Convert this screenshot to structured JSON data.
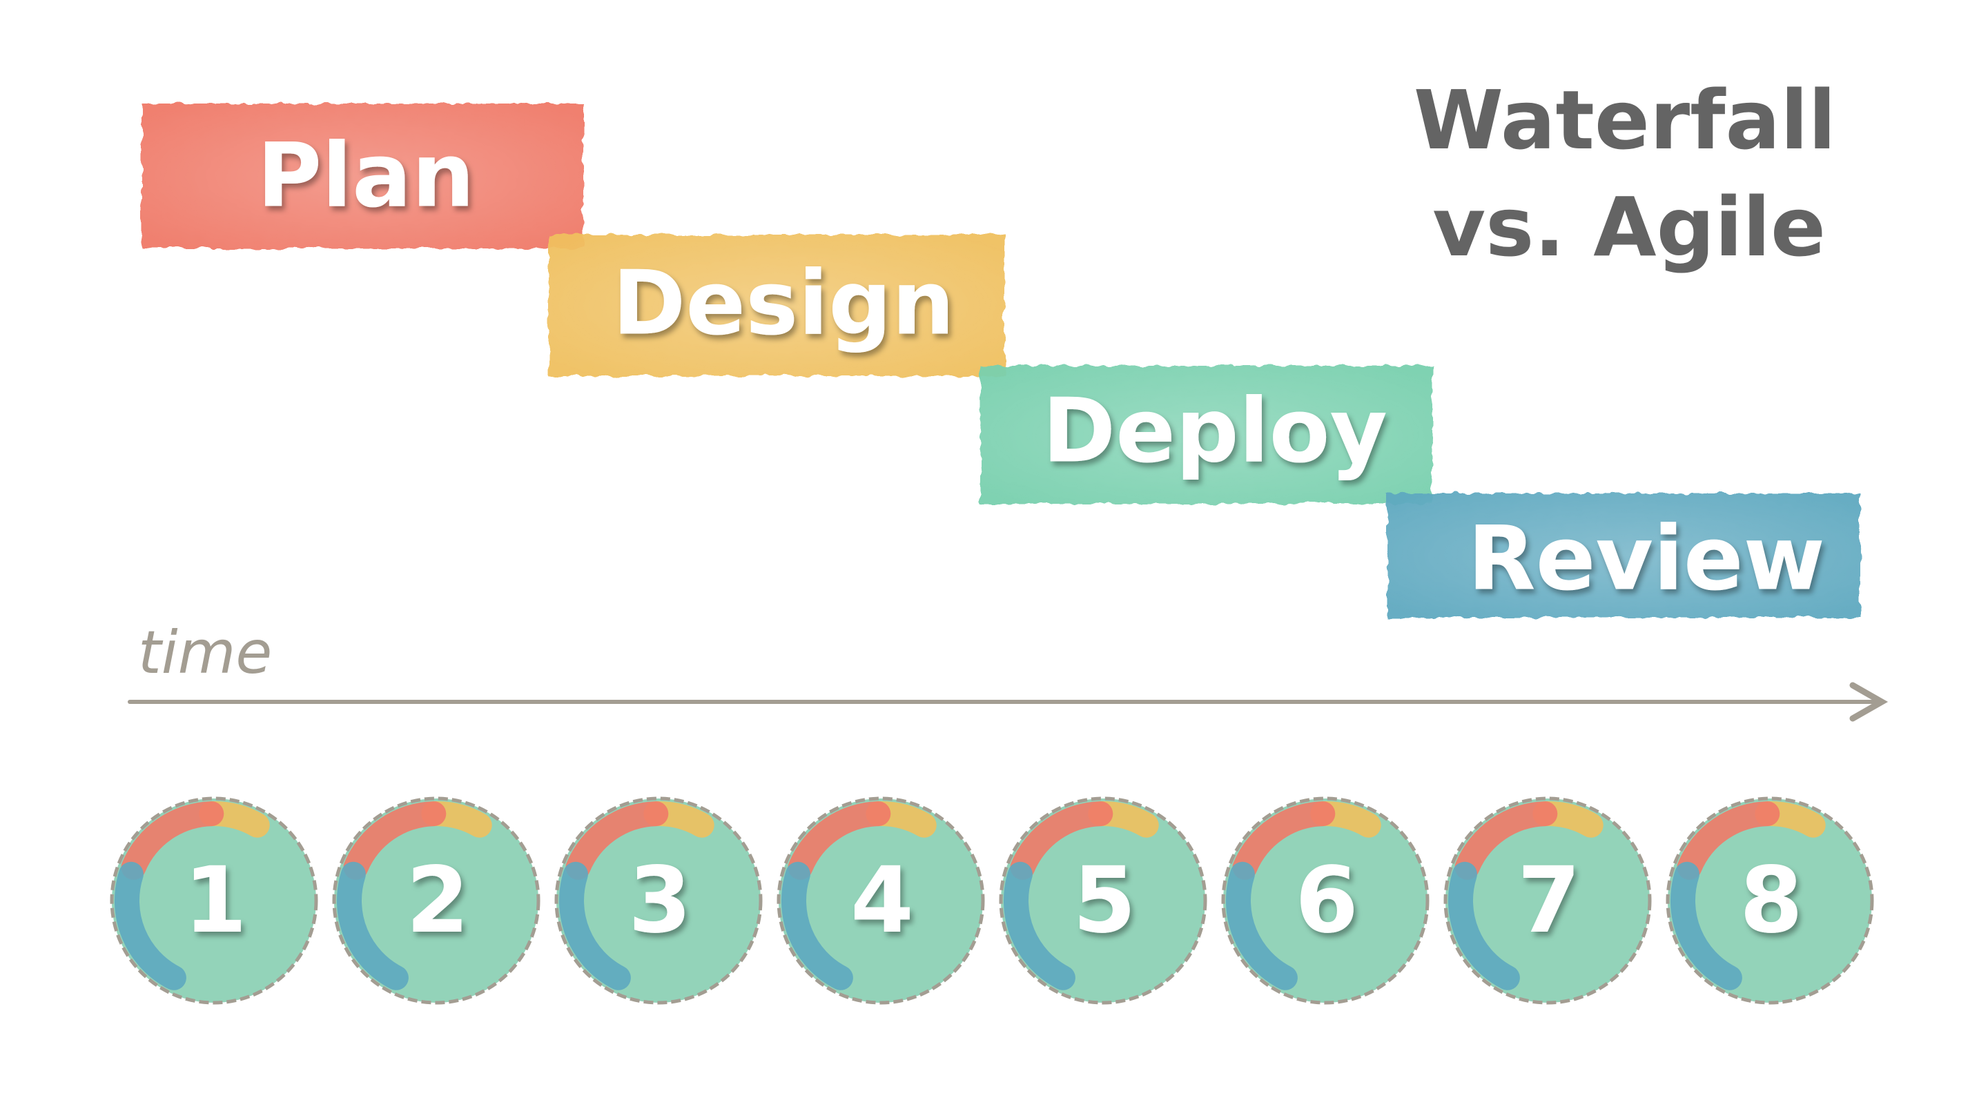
{
  "title": {
    "line1": "Waterfall",
    "line2": "vs. Agile"
  },
  "waterfall": {
    "phases": [
      {
        "label": "Plan",
        "color": "#f07a68"
      },
      {
        "label": "Design",
        "color": "#f0c05e"
      },
      {
        "label": "Deploy",
        "color": "#79d0ae"
      },
      {
        "label": "Review",
        "color": "#5ea9c0"
      }
    ]
  },
  "timeline": {
    "label": "time",
    "color": "#a39d92"
  },
  "agile": {
    "circle_color": "#93d3b9",
    "sprints": [
      {
        "label": "1"
      },
      {
        "label": "2"
      },
      {
        "label": "3"
      },
      {
        "label": "4"
      },
      {
        "label": "5"
      },
      {
        "label": "6"
      },
      {
        "label": "7"
      },
      {
        "label": "8"
      }
    ]
  }
}
